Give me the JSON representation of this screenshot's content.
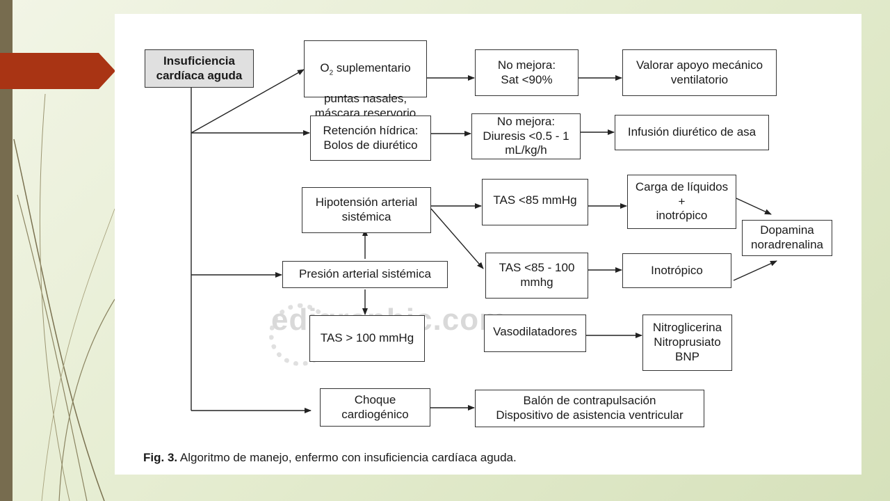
{
  "diagram": {
    "start": "Insuficiencia\ncardíaca aguda",
    "o2": {
      "o": "O",
      "sub": "2",
      "rest": " suplementario",
      "lines": "puntas nasales,\nmáscara reservorio"
    },
    "no_mejora_sat": "No mejora:\nSat <90%",
    "apoyo_mecanico": "Valorar apoyo mecánico\nventilatorio",
    "retencion": "Retención hídrica:\nBolos de diurético",
    "no_mejora_diuresis": "No mejora:\nDiuresis <0.5 - 1\nmL/kg/h",
    "infusion": "Infusión diurético de asa",
    "hipotension": "Hipotensión arterial\nsistémica",
    "tas_85": "TAS <85 mmHg",
    "carga_liquidos": "Carga de líquidos\n+\ninotrópico",
    "dopamina": "Dopamina\nnoradrenalina",
    "presion": "Presión arterial sistémica",
    "tas_85_100": "TAS <85 - 100\nmmhg",
    "inotropico": "Inotrópico",
    "tas_100": "TAS > 100 mmHg",
    "vasodilatadores": "Vasodilatadores",
    "nitro": "Nitroglicerina\nNitroprusiato\nBNP",
    "choque": "Choque\ncardiogénico",
    "balon": "Balón de contrapulsación\nDispositivo de asistencia ventricular"
  },
  "caption": {
    "label": "Fig. 3.",
    "text": " Algoritmo de manejo, enfermo con insuficiencia cardíaca aguda."
  },
  "watermark": "edigraphic.com",
  "colors": {
    "accent_tab": "#a93414",
    "left_bar": "#776c4f"
  }
}
